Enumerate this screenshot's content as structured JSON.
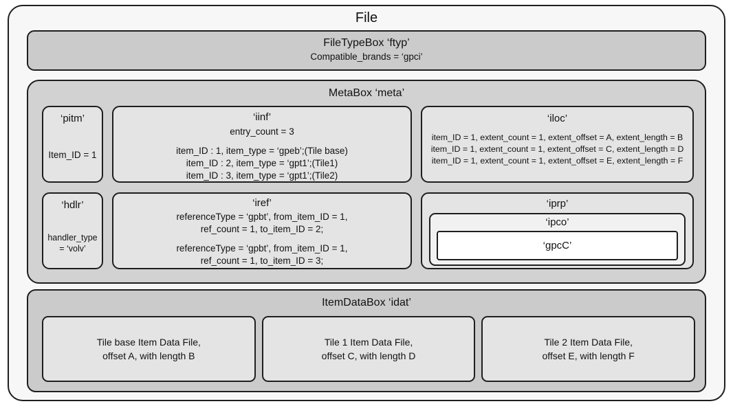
{
  "file": {
    "title": "File",
    "ftyp": {
      "title": "FileTypeBox ‘ftyp’",
      "brands": "Compatible_brands = ‘gpci’"
    },
    "meta": {
      "title": "MetaBox ‘meta’",
      "pitm": {
        "title": "‘pitm’",
        "item_id": "Item_ID = 1"
      },
      "iinf": {
        "title": "‘iinf’",
        "entry_count": "entry_count = 3",
        "items": [
          "item_ID : 1, item_type = ‘gpeb’;(Tile base)",
          "item_ID : 2, item_type = ‘gpt1’;(Tile1)",
          "item_ID : 3, item_type = ‘gpt1’;(Tile2)"
        ]
      },
      "iloc": {
        "title": "‘iloc’",
        "rows": [
          "item_ID = 1, extent_count = 1, extent_offset = A, extent_length = B",
          "item_ID = 1, extent_count = 1, extent_offset = C, extent_length = D",
          "item_ID = 1, extent_count = 1, extent_offset = E, extent_length = F"
        ]
      },
      "hdlr": {
        "title": "‘hdlr’",
        "line1": "handler_type",
        "line2": "= ‘volv’"
      },
      "iref": {
        "title": "‘iref’",
        "refs": [
          {
            "l1": "referenceType = ‘gpbt’, from_item_ID = 1,",
            "l2": "ref_count = 1, to_item_ID = 2;"
          },
          {
            "l1": "referenceType = ‘gpbt’, from_item_ID = 1,",
            "l2": "ref_count = 1, to_item_ID = 3;"
          }
        ]
      },
      "iprp": {
        "title": "‘iprp’",
        "ipco": {
          "title": "‘ipco’",
          "gpcc": {
            "title": "‘gpcC’"
          }
        }
      }
    },
    "idat": {
      "title": "ItemDataBox ‘idat’",
      "tiles": [
        {
          "l1": "Tile base Item Data File,",
          "l2": "offset A, with length B"
        },
        {
          "l1": "Tile 1 Item Data File,",
          "l2": "offset C, with length D"
        },
        {
          "l1": "Tile 2 Item Data File,",
          "l2": "offset E, with length F"
        }
      ]
    }
  }
}
